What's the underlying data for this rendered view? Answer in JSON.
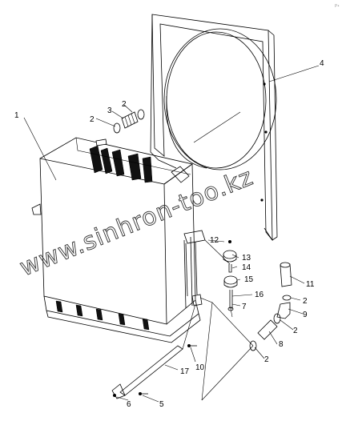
{
  "corner_mark": "P•",
  "watermark": "www.sinhron-too.kz",
  "callouts": {
    "c1": "1",
    "c2a": "2",
    "c3": "3",
    "c2b": "2",
    "c4": "4",
    "c12": "12",
    "c13": "13",
    "c14": "14",
    "c15": "15",
    "c16": "16",
    "c7": "7",
    "c11": "11",
    "c2c": "2",
    "c9": "9",
    "c2d": "2",
    "c8": "8",
    "c2e": "2",
    "c10": "10",
    "c17": "17",
    "c6": "6",
    "c5": "5"
  }
}
